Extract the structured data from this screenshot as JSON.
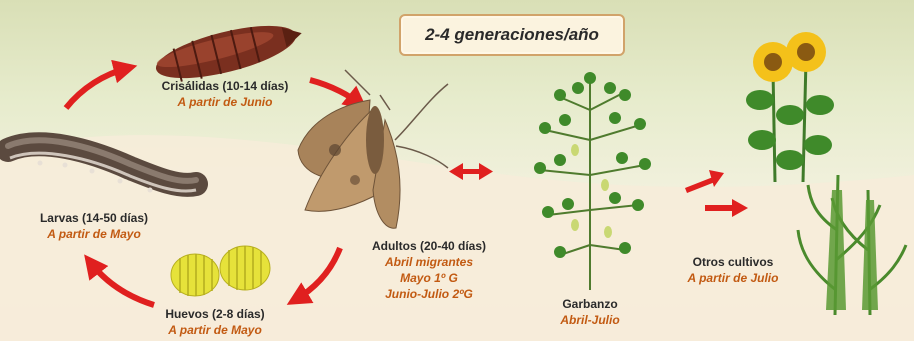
{
  "generations_badge": "2-4 generaciones/año",
  "stages": {
    "crisalidas": {
      "title": "Crisálidas (10-14 días)",
      "subtitle": "A partir de Junio"
    },
    "adultos": {
      "title": "Adultos (20-40 días)",
      "line1": "Abril migrantes",
      "line2": "Mayo 1º G",
      "line3": "Junio-Julio 2ºG"
    },
    "huevos": {
      "title": "Huevos (2-8 días)",
      "subtitle": "A partir de Mayo"
    },
    "larvas": {
      "title": "Larvas (14-50 días)",
      "subtitle": "A partir de Mayo"
    }
  },
  "hosts": {
    "garbanzo": {
      "title": "Garbanzo",
      "subtitle": "Abril-Julio"
    },
    "otros": {
      "title": "Otros cultivos",
      "subtitle": "A partir de Julio"
    }
  },
  "colors": {
    "arrow": "#e0201f",
    "label_accent": "#c25a12"
  },
  "icons": [
    "pupa-icon",
    "moth-icon",
    "larva-icon",
    "eggs-icon",
    "chickpea-plant-icon",
    "sunflower-plant-icon",
    "corn-plant-icon"
  ]
}
